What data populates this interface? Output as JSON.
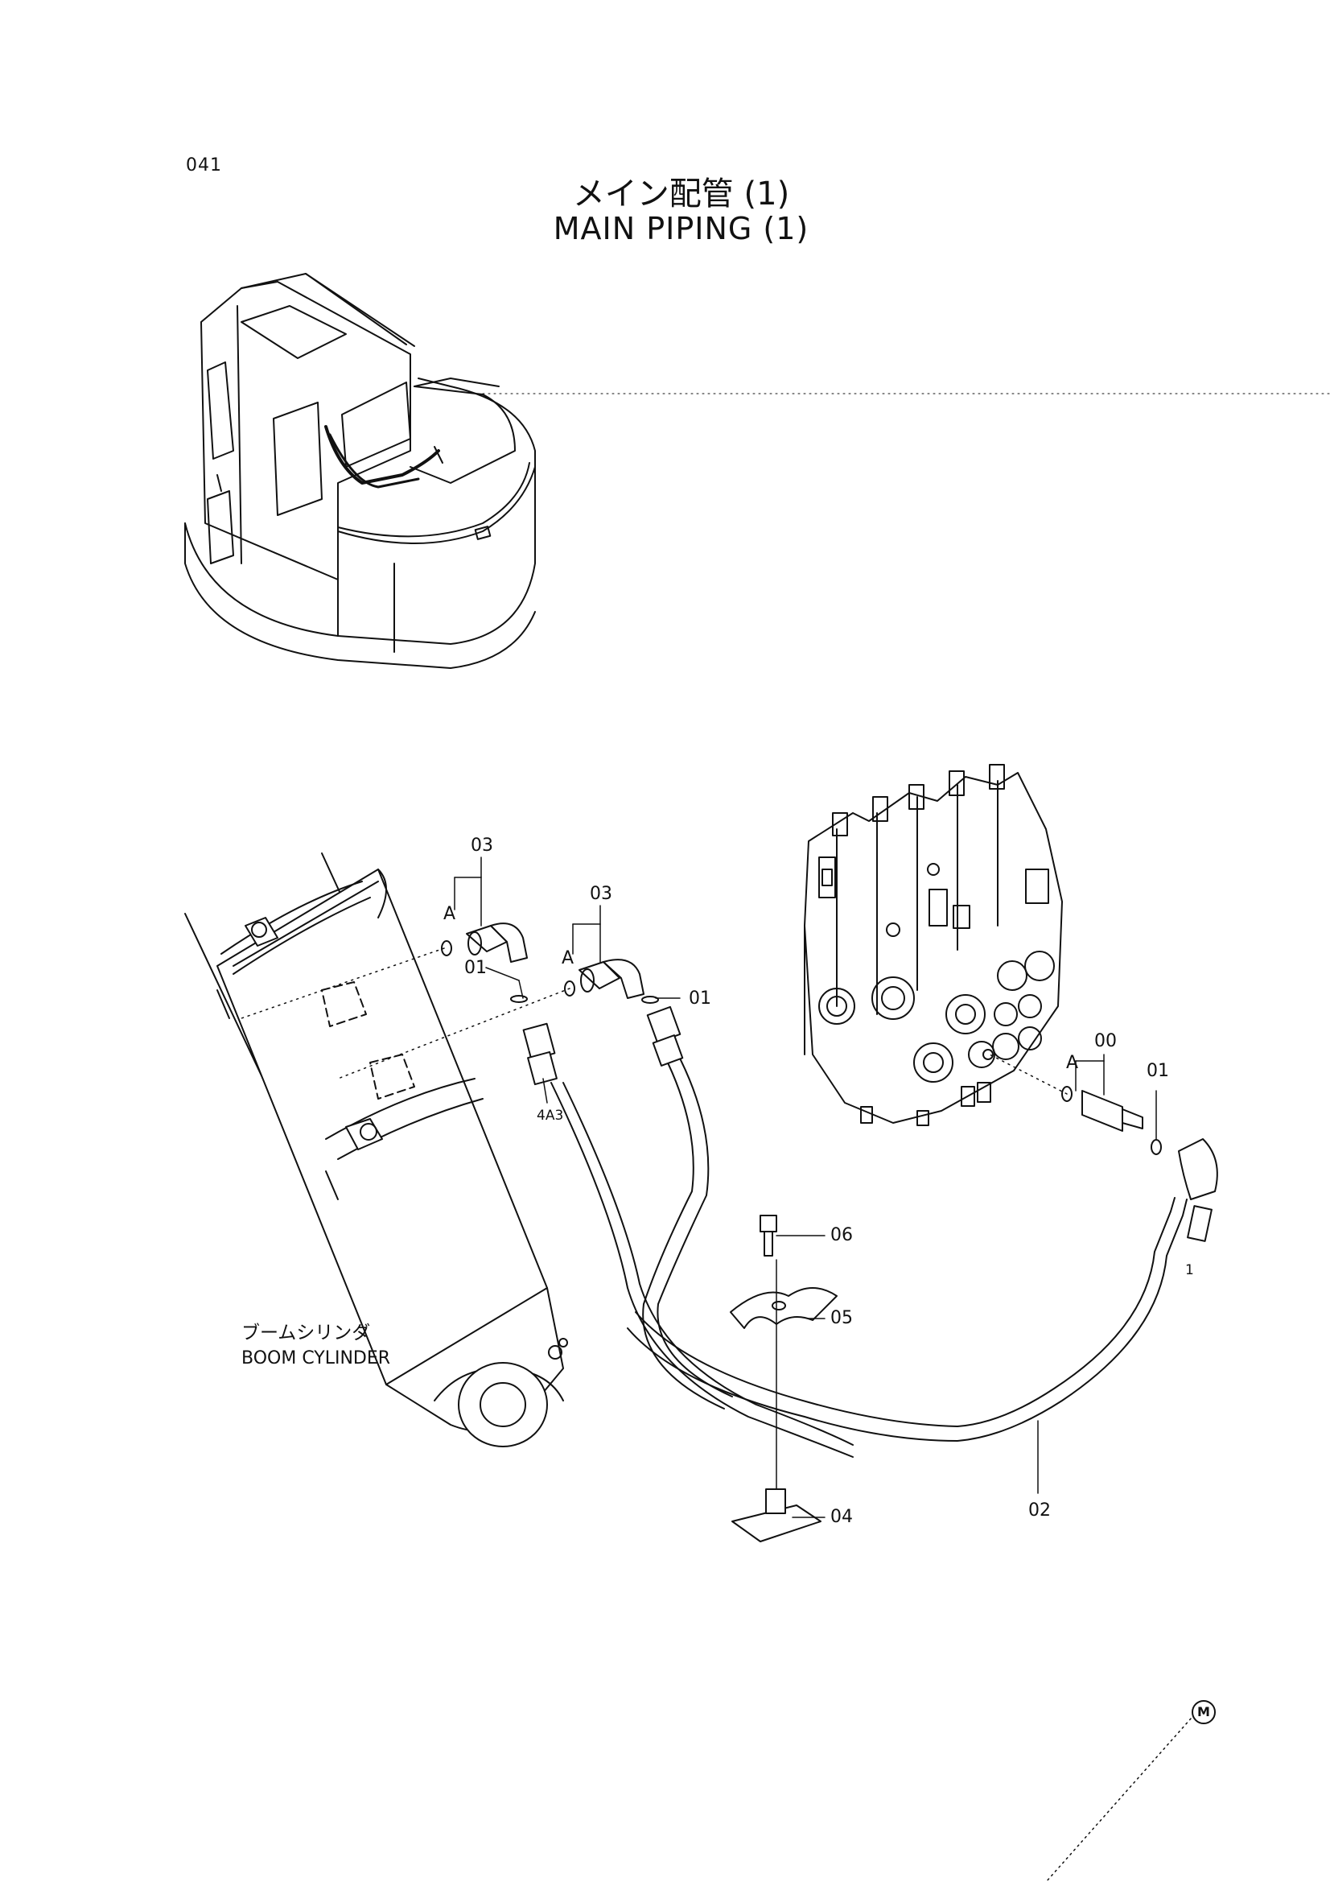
{
  "page": {
    "number": "041",
    "title_jp": "メイン配管 (1)",
    "title_en": "MAIN PIPING (1)"
  },
  "labels": {
    "boom_cylinder_jp": "ブームシリンダ",
    "boom_cylinder_en": "BOOM CYLINDER",
    "hose_tag_left": "4A3",
    "hose_tag_right": "1",
    "mark": "M"
  },
  "callouts": {
    "part_00": "00",
    "part_01a": "01",
    "part_01b": "01",
    "part_01c": "01",
    "part_02": "02",
    "part_03a": "03",
    "part_03b": "03",
    "part_04": "04",
    "part_05": "05",
    "part_06": "06",
    "detail_a1": "A",
    "detail_a2": "A",
    "detail_a3": "A"
  }
}
